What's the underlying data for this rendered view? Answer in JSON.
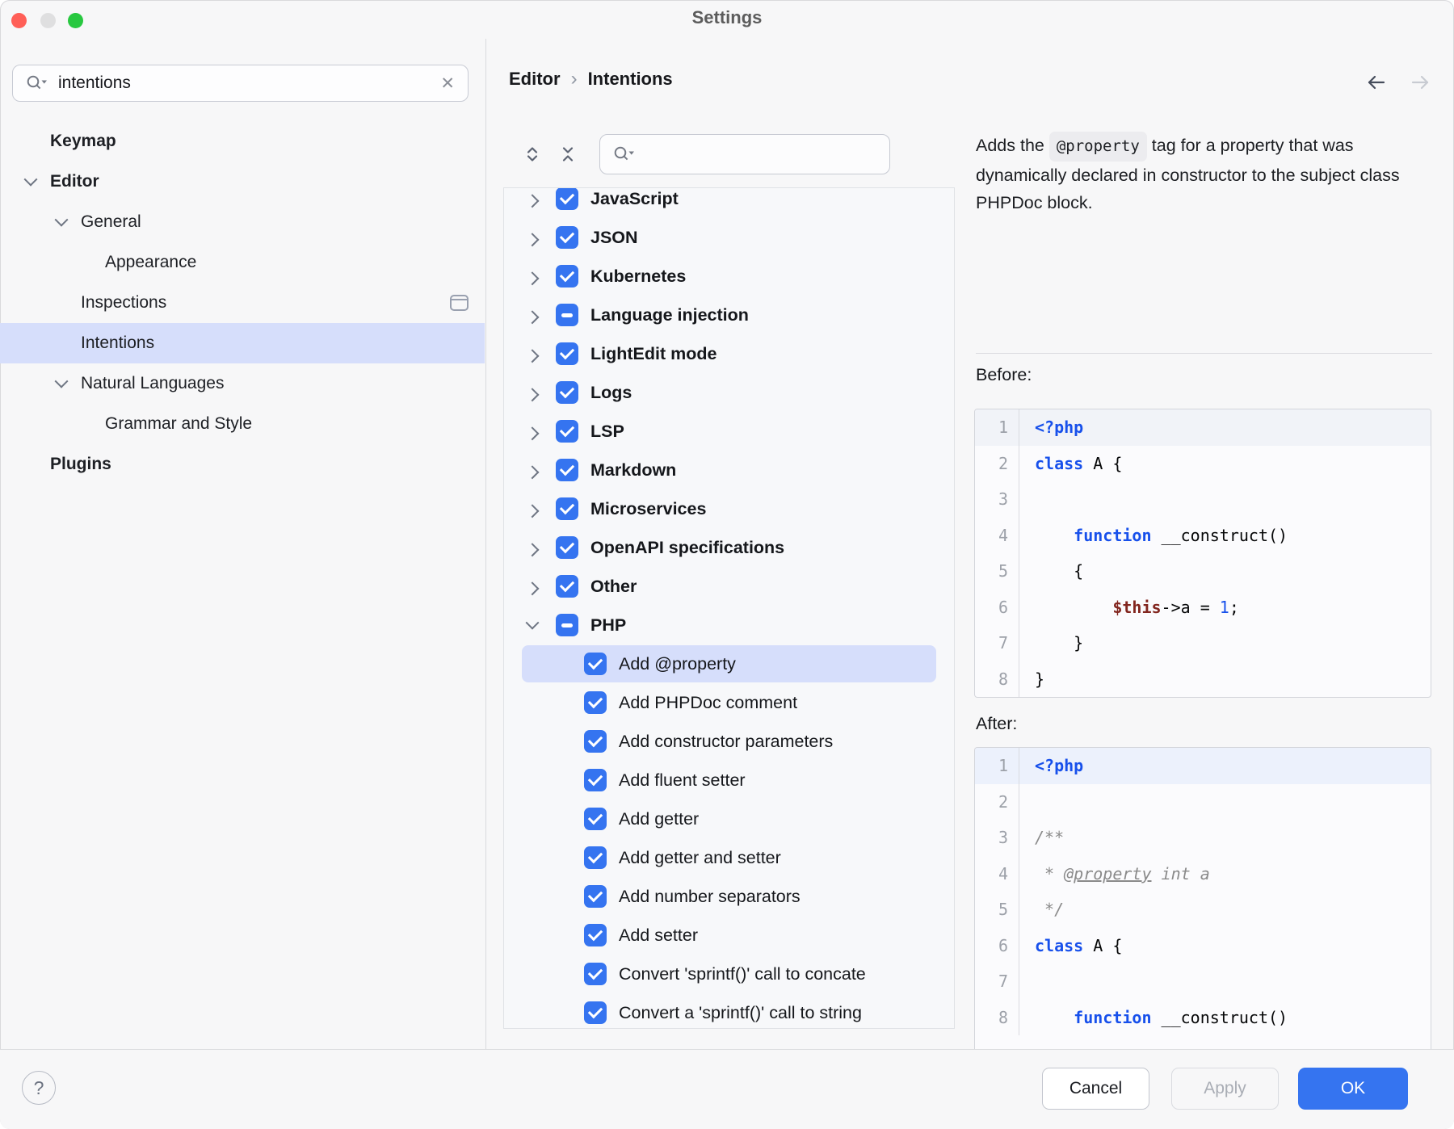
{
  "window": {
    "title": "Settings"
  },
  "sidebar": {
    "search": {
      "value": "intentions",
      "clear_icon": "✕"
    },
    "items": [
      {
        "label": "Keymap",
        "level": 0,
        "bold": true
      },
      {
        "label": "Editor",
        "level": 0,
        "bold": true,
        "expandable": true
      },
      {
        "label": "General",
        "level": 1,
        "expandable": true
      },
      {
        "label": "Appearance",
        "level": 2
      },
      {
        "label": "Inspections",
        "level": 1,
        "trailing_icon": "profile-window-icon"
      },
      {
        "label": "Intentions",
        "level": 1,
        "selected": true
      },
      {
        "label": "Natural Languages",
        "level": 1,
        "expandable": true
      },
      {
        "label": "Grammar and Style",
        "level": 2
      },
      {
        "label": "Plugins",
        "level": 0,
        "bold": true
      }
    ]
  },
  "main": {
    "breadcrumb": {
      "items": [
        {
          "label": "Editor"
        },
        {
          "label": "Intentions"
        }
      ],
      "separator": "›"
    },
    "toolbar": {
      "search_value": ""
    },
    "tree": [
      {
        "label": "JavaScript",
        "state": "checked",
        "chevron": "right"
      },
      {
        "label": "JSON",
        "state": "checked",
        "chevron": "right"
      },
      {
        "label": "Kubernetes",
        "state": "checked",
        "chevron": "right"
      },
      {
        "label": "Language injection",
        "state": "mixed",
        "chevron": "right"
      },
      {
        "label": "LightEdit mode",
        "state": "checked",
        "chevron": "right"
      },
      {
        "label": "Logs",
        "state": "checked",
        "chevron": "right"
      },
      {
        "label": "LSP",
        "state": "checked",
        "chevron": "right"
      },
      {
        "label": "Markdown",
        "state": "checked",
        "chevron": "right"
      },
      {
        "label": "Microservices",
        "state": "checked",
        "chevron": "right"
      },
      {
        "label": "OpenAPI specifications",
        "state": "checked",
        "chevron": "right"
      },
      {
        "label": "Other",
        "state": "checked",
        "chevron": "right"
      },
      {
        "label": "PHP",
        "state": "mixed",
        "chevron": "down"
      },
      {
        "label": "Add @property",
        "state": "checked",
        "level": 1,
        "selected": true
      },
      {
        "label": "Add PHPDoc comment",
        "state": "checked",
        "level": 1
      },
      {
        "label": "Add constructor parameters",
        "state": "checked",
        "level": 1
      },
      {
        "label": "Add fluent setter",
        "state": "checked",
        "level": 1
      },
      {
        "label": "Add getter",
        "state": "checked",
        "level": 1
      },
      {
        "label": "Add getter and setter",
        "state": "checked",
        "level": 1
      },
      {
        "label": "Add number separators",
        "state": "checked",
        "level": 1
      },
      {
        "label": "Add setter",
        "state": "checked",
        "level": 1
      },
      {
        "label": "Convert 'sprintf()' call to concate",
        "state": "checked",
        "level": 1
      },
      {
        "label": "Convert a 'sprintf()' call to string",
        "state": "checked",
        "level": 1
      }
    ]
  },
  "detail": {
    "description": {
      "prefix": "Adds the ",
      "code": "@property",
      "suffix": " tag for a property that was dynamically declared in constructor to the subject class PHPDoc block."
    },
    "before_label": "Before:",
    "after_label": "After:",
    "before_code": {
      "highlight_line": 1,
      "lines": [
        [
          {
            "t": "<?php",
            "c": "kw"
          }
        ],
        [
          {
            "t": "class",
            "c": "kw"
          },
          {
            "t": " A {",
            "c": "pl"
          }
        ],
        [],
        [
          {
            "t": "    ",
            "c": "pl"
          },
          {
            "t": "function",
            "c": "kw"
          },
          {
            "t": " __construct()",
            "c": "pl"
          }
        ],
        [
          {
            "t": "    {",
            "c": "pl"
          }
        ],
        [
          {
            "t": "        ",
            "c": "pl"
          },
          {
            "t": "$this",
            "c": "vr"
          },
          {
            "t": "->a = ",
            "c": "pl"
          },
          {
            "t": "1",
            "c": "nm"
          },
          {
            "t": ";",
            "c": "pl"
          }
        ],
        [
          {
            "t": "    }",
            "c": "pl"
          }
        ],
        [
          {
            "t": "}",
            "c": "pl"
          }
        ]
      ]
    },
    "after_code": {
      "highlight_line": 1,
      "lines": [
        [
          {
            "t": "<?php",
            "c": "kw"
          }
        ],
        [],
        [
          {
            "t": "/**",
            "c": "cm"
          }
        ],
        [
          {
            "t": " * ",
            "c": "cm"
          },
          {
            "t": "@property",
            "c": "cm un"
          },
          {
            "t": " int a",
            "c": "cm"
          }
        ],
        [
          {
            "t": " */",
            "c": "cm"
          }
        ],
        [
          {
            "t": "class",
            "c": "kw"
          },
          {
            "t": " A {",
            "c": "pl"
          }
        ],
        [],
        [
          {
            "t": "    ",
            "c": "pl"
          },
          {
            "t": "function",
            "c": "kw"
          },
          {
            "t": " __construct()",
            "c": "pl"
          }
        ]
      ]
    }
  },
  "footer": {
    "help_label": "?",
    "cancel_label": "Cancel",
    "apply_label": "Apply",
    "ok_label": "OK"
  },
  "colors": {
    "accent": "#3574F0",
    "selection": "#D6DEFB",
    "checkbox_blue": "#3574F0",
    "keyword": "#1750EB",
    "number": "#1750EB",
    "variable": "#82261F",
    "comment": "#8A8A8A",
    "panel_bg": "#F7F7F8",
    "code_bg": "#FBFBFD",
    "border": "#D9DADD",
    "traffic_red": "#FF5F57",
    "traffic_green": "#28C840"
  }
}
